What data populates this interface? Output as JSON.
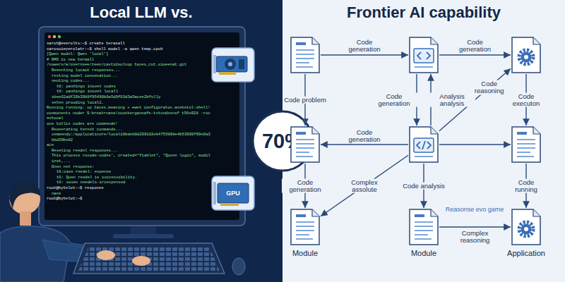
{
  "diagram": {
    "nodes": [
      {
        "text": []
      },
      {
        "text": []
      },
      {
        "text": []
      },
      {
        "text": []
      },
      {
        "text": []
      },
      {
        "text": []
      },
      {
        "text": [
          "Module"
        ]
      },
      {
        "text": [
          "Module"
        ]
      },
      {
        "text": [
          "Application"
        ]
      }
    ],
    "edges": [
      {
        "from": 0,
        "to": 1,
        "arrow": "to",
        "label": "Code generation"
      },
      {
        "from": 1,
        "to": 2,
        "arrow": "to",
        "label": "Code generation"
      },
      {
        "from": 0,
        "to": 3,
        "arrow": "to",
        "label": "Code problem"
      },
      {
        "from": 1,
        "to": 4,
        "arrow": "to",
        "label": "Code generation"
      },
      {
        "from": 4,
        "to": 1,
        "arrow": "to",
        "label": "Analysis analysis"
      },
      {
        "from": 2,
        "to": 5,
        "arrow": "to",
        "label": "Code executon"
      },
      {
        "from": 4,
        "to": 2,
        "arrow": "to",
        "label": "Code reasoning"
      },
      {
        "from": 4,
        "to": 3,
        "arrow": "to",
        "label": "Code generation"
      },
      {
        "from": 4,
        "to": 5,
        "arrow": "to"
      },
      {
        "from": 3,
        "to": 6,
        "arrow": "to",
        "label": "Code generation"
      },
      {
        "from": 4,
        "to": 6,
        "arrow": "to",
        "label": "Complex assolute"
      },
      {
        "from": 4,
        "to": 7,
        "arrow": "to",
        "label": "Code analysis"
      },
      {
        "from": 7,
        "to": 8,
        "arrow": "to",
        "label": "Complex reasoning"
      },
      {
        "from": 5,
        "to": 8,
        "arrow": "to",
        "label": "Code running"
      }
    ],
    "labels": [
      "Local LLM vs.",
      "Frontier AI capability",
      "70%",
      "GPU",
      "Reasonse evo game",
      "sarot@everolts:~$ create terasall",
      "carosoieverolatr:~$ shell model -a qwen temp.cpuh",
      "[Qwen model: Qwen 'local']",
      "# OMO is new termall",
      "/nowers/a/overnsee/zeen/castidsolxop taxes_cut.oioeenat.git",
      "Reeenting locaot responses...",
      "resting model consenation...",
      "seoting codes...",
      "t0: pashings inovet codes",
      "t0: pashings inovet locall",
      "sbee02a8f29b39b9f95490b0a5d9f03d3a5acee2bfully",
      "seten prooding local1.",
      "Ronning running: up taxes.meaning + ewet configuraton.aveketol-shell!",
      "conmonents noder S:breatrnane/coonkerganeafe-txtcndcensf t56e928 -roventocal",
      "oce totlis codes are commende!",
      "Reoeerating terest conmands...",
      "cemmendy:/applicatinure/local10bdeb0d299102eb4755898e4b53999f99e9a3bbd39be82",
      "ace",
      "Reseting reedel responses...",
      "This process roxode-codes', created=\"fiablet\", \"Qoven logic\", modilizet,...",
      "Dnen net response:",
      "t6:case reedel: expense",
      "t0: Quen reedel is successibility.",
      "t0: souen needels-ircexpensed",
      "root@bytelot:~$ response",
      "nane",
      "root@bytelot:~$"
    ]
  }
}
